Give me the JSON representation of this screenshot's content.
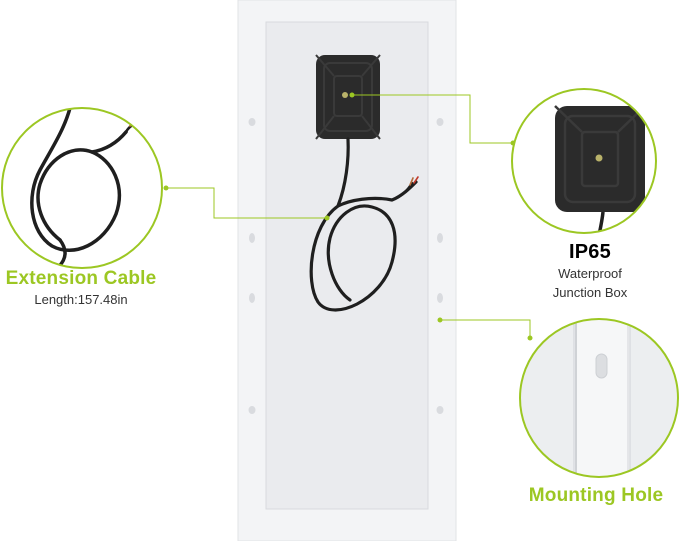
{
  "colors": {
    "accent": "#9cc723",
    "panel": "#f2f3f5",
    "panel_inner": "#e9eaed",
    "box": "#2b2b2b",
    "cable": "#1f1f1f"
  },
  "callouts": {
    "extension_cable": {
      "title": "Extension Cable",
      "detail": "Length:157.48in"
    },
    "junction_box": {
      "title": "IP65",
      "line1": "Waterproof",
      "line2": "Junction Box"
    },
    "mounting_hole": {
      "title": "Mounting Hole"
    }
  }
}
